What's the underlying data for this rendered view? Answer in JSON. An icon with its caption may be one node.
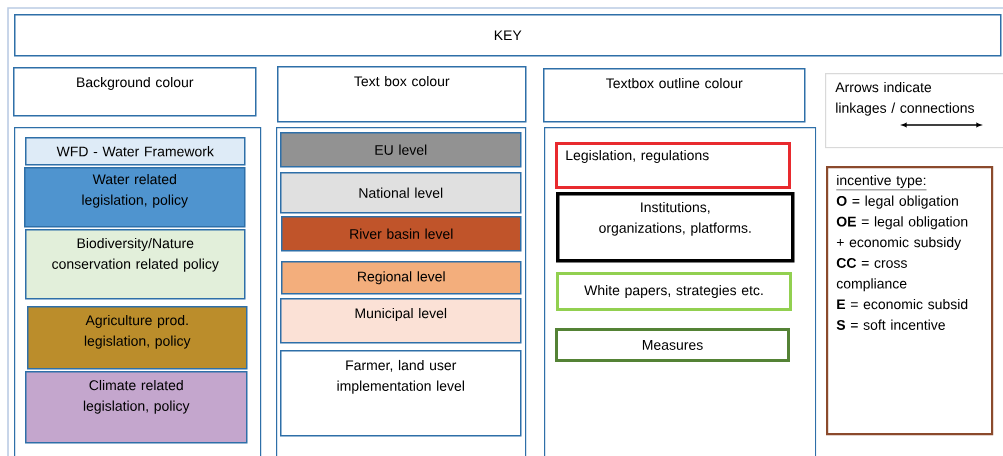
{
  "diagram": {
    "nodes": [
      {
        "text": [
          "KEY"
        ]
      },
      {
        "text": [
          "Background colour"
        ]
      },
      {
        "text": [],
        "shape": "box"
      },
      {
        "text": [
          "WFD - Water Framework"
        ],
        "in": 2
      },
      {
        "text": [
          "Water related legislation, policy"
        ],
        "in": 2
      },
      {
        "text": [
          "Biodiversity/Nature conservation related policy"
        ],
        "in": 2
      },
      {
        "text": [
          "Agriculture prod. legislation, policy"
        ],
        "in": 2
      },
      {
        "text": [
          "Climate related legislation, policy"
        ],
        "in": 2
      },
      {
        "text": [
          "Text box colour"
        ]
      },
      {
        "text": [],
        "shape": "box"
      },
      {
        "text": [
          "EU level"
        ],
        "in": 9
      },
      {
        "text": [
          "National level"
        ],
        "in": 9
      },
      {
        "text": [
          "River basin level"
        ],
        "in": 9
      },
      {
        "text": [
          "Regional level"
        ],
        "in": 9
      },
      {
        "text": [
          "Municipal level"
        ],
        "in": 9
      },
      {
        "text": [
          "Farmer, land user implementation level"
        ],
        "in": 9
      },
      {
        "text": [
          "Textbox outline colour"
        ]
      },
      {
        "text": [],
        "shape": "box"
      },
      {
        "text": [
          "Legislation, regulations"
        ],
        "in": 17
      },
      {
        "text": [
          "Institutions, organizations, platforms."
        ],
        "in": 17
      },
      {
        "text": [
          "White papers, strategies etc."
        ],
        "in": 17
      },
      {
        "text": [
          "Measures"
        ],
        "in": 17
      },
      {
        "text": [
          "Arrows indicate linkages / connections"
        ]
      },
      {
        "text": [
          "incentive type:",
          "**O** = legal obligation",
          "**OE** = legal obligation + economic subsidy",
          "**CC** = cross compliance",
          "**E** = economic subsid **S** = soft incentive"
        ]
      }
    ]
  }
}
